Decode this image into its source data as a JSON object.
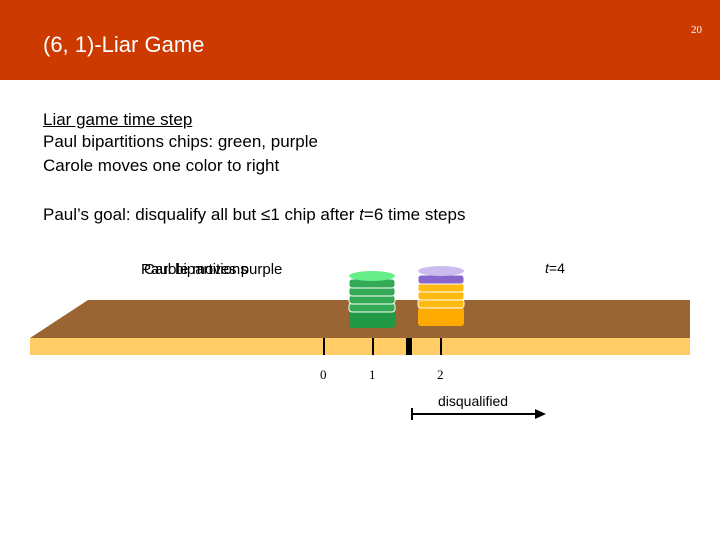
{
  "slide": {
    "title": "(6, 1)-Liar Game",
    "page_number": "20",
    "lines": [
      "Liar game time step",
      "Paul bipartitions chips: green, purple",
      "Carole moves one color to right"
    ],
    "goal_prefix": "Paul’s goal: disqualify all but ≤1 chip after ",
    "goal_var": "t",
    "goal_suffix": "=6 time steps"
  },
  "animation_labels": [
    "Paul bipartitions",
    "Carole moves purple"
  ],
  "time_step": {
    "var": "t",
    "value": "=4"
  },
  "board": {
    "positions": [
      "0",
      "1",
      "2"
    ],
    "disqualified_label": "disqualified",
    "colors": {
      "header": "#cc3a00",
      "board_top": "#996633",
      "board_front": "#ffcc66",
      "green_chip": "#33aa55",
      "purple_chip": "#8866cc",
      "orange_chip": "#ffaa00"
    }
  }
}
